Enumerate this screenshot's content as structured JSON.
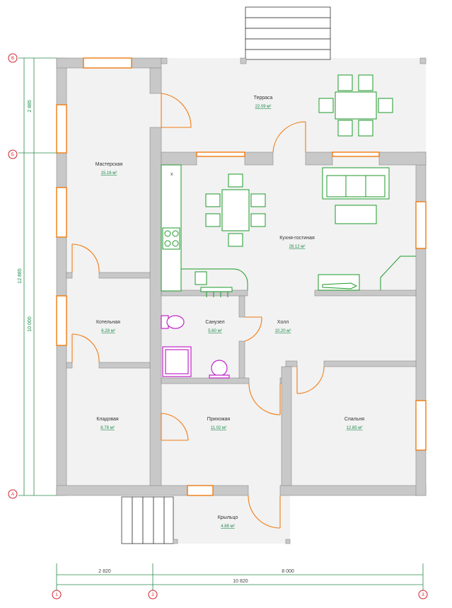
{
  "rooms": {
    "terrace": {
      "name": "Терраса",
      "area": "22.09 м²"
    },
    "workshop": {
      "name": "Мастерская",
      "area": "15.16 м²"
    },
    "kitchen": {
      "name": "Кухня-гостиная",
      "area": "28.12 м²"
    },
    "boiler": {
      "name": "Котельная",
      "area": "6.28 м²"
    },
    "bathroom": {
      "name": "Санузел",
      "area": "5.60 м²"
    },
    "hall": {
      "name": "Холл",
      "area": "10.20 м²"
    },
    "pantry": {
      "name": "Кладовая",
      "area": "8.78 м²"
    },
    "entrance": {
      "name": "Прихожая",
      "area": "11.02 м²"
    },
    "bedroom": {
      "name": "Спальня",
      "area": "12.85 м²"
    },
    "porch": {
      "name": "Крыльцо",
      "area": "4.88 м²"
    }
  },
  "dimensions": {
    "horizontal": {
      "segment1": "2 820",
      "segment2": "8 000",
      "total": "10 820"
    },
    "vertical": {
      "segment_top": "2 885",
      "segment_main": "10 000",
      "total": "12 885"
    }
  },
  "axes": {
    "columns": [
      "1",
      "2",
      "3"
    ],
    "rows": [
      "В",
      "Б",
      "А"
    ]
  },
  "stove_mark": "x"
}
